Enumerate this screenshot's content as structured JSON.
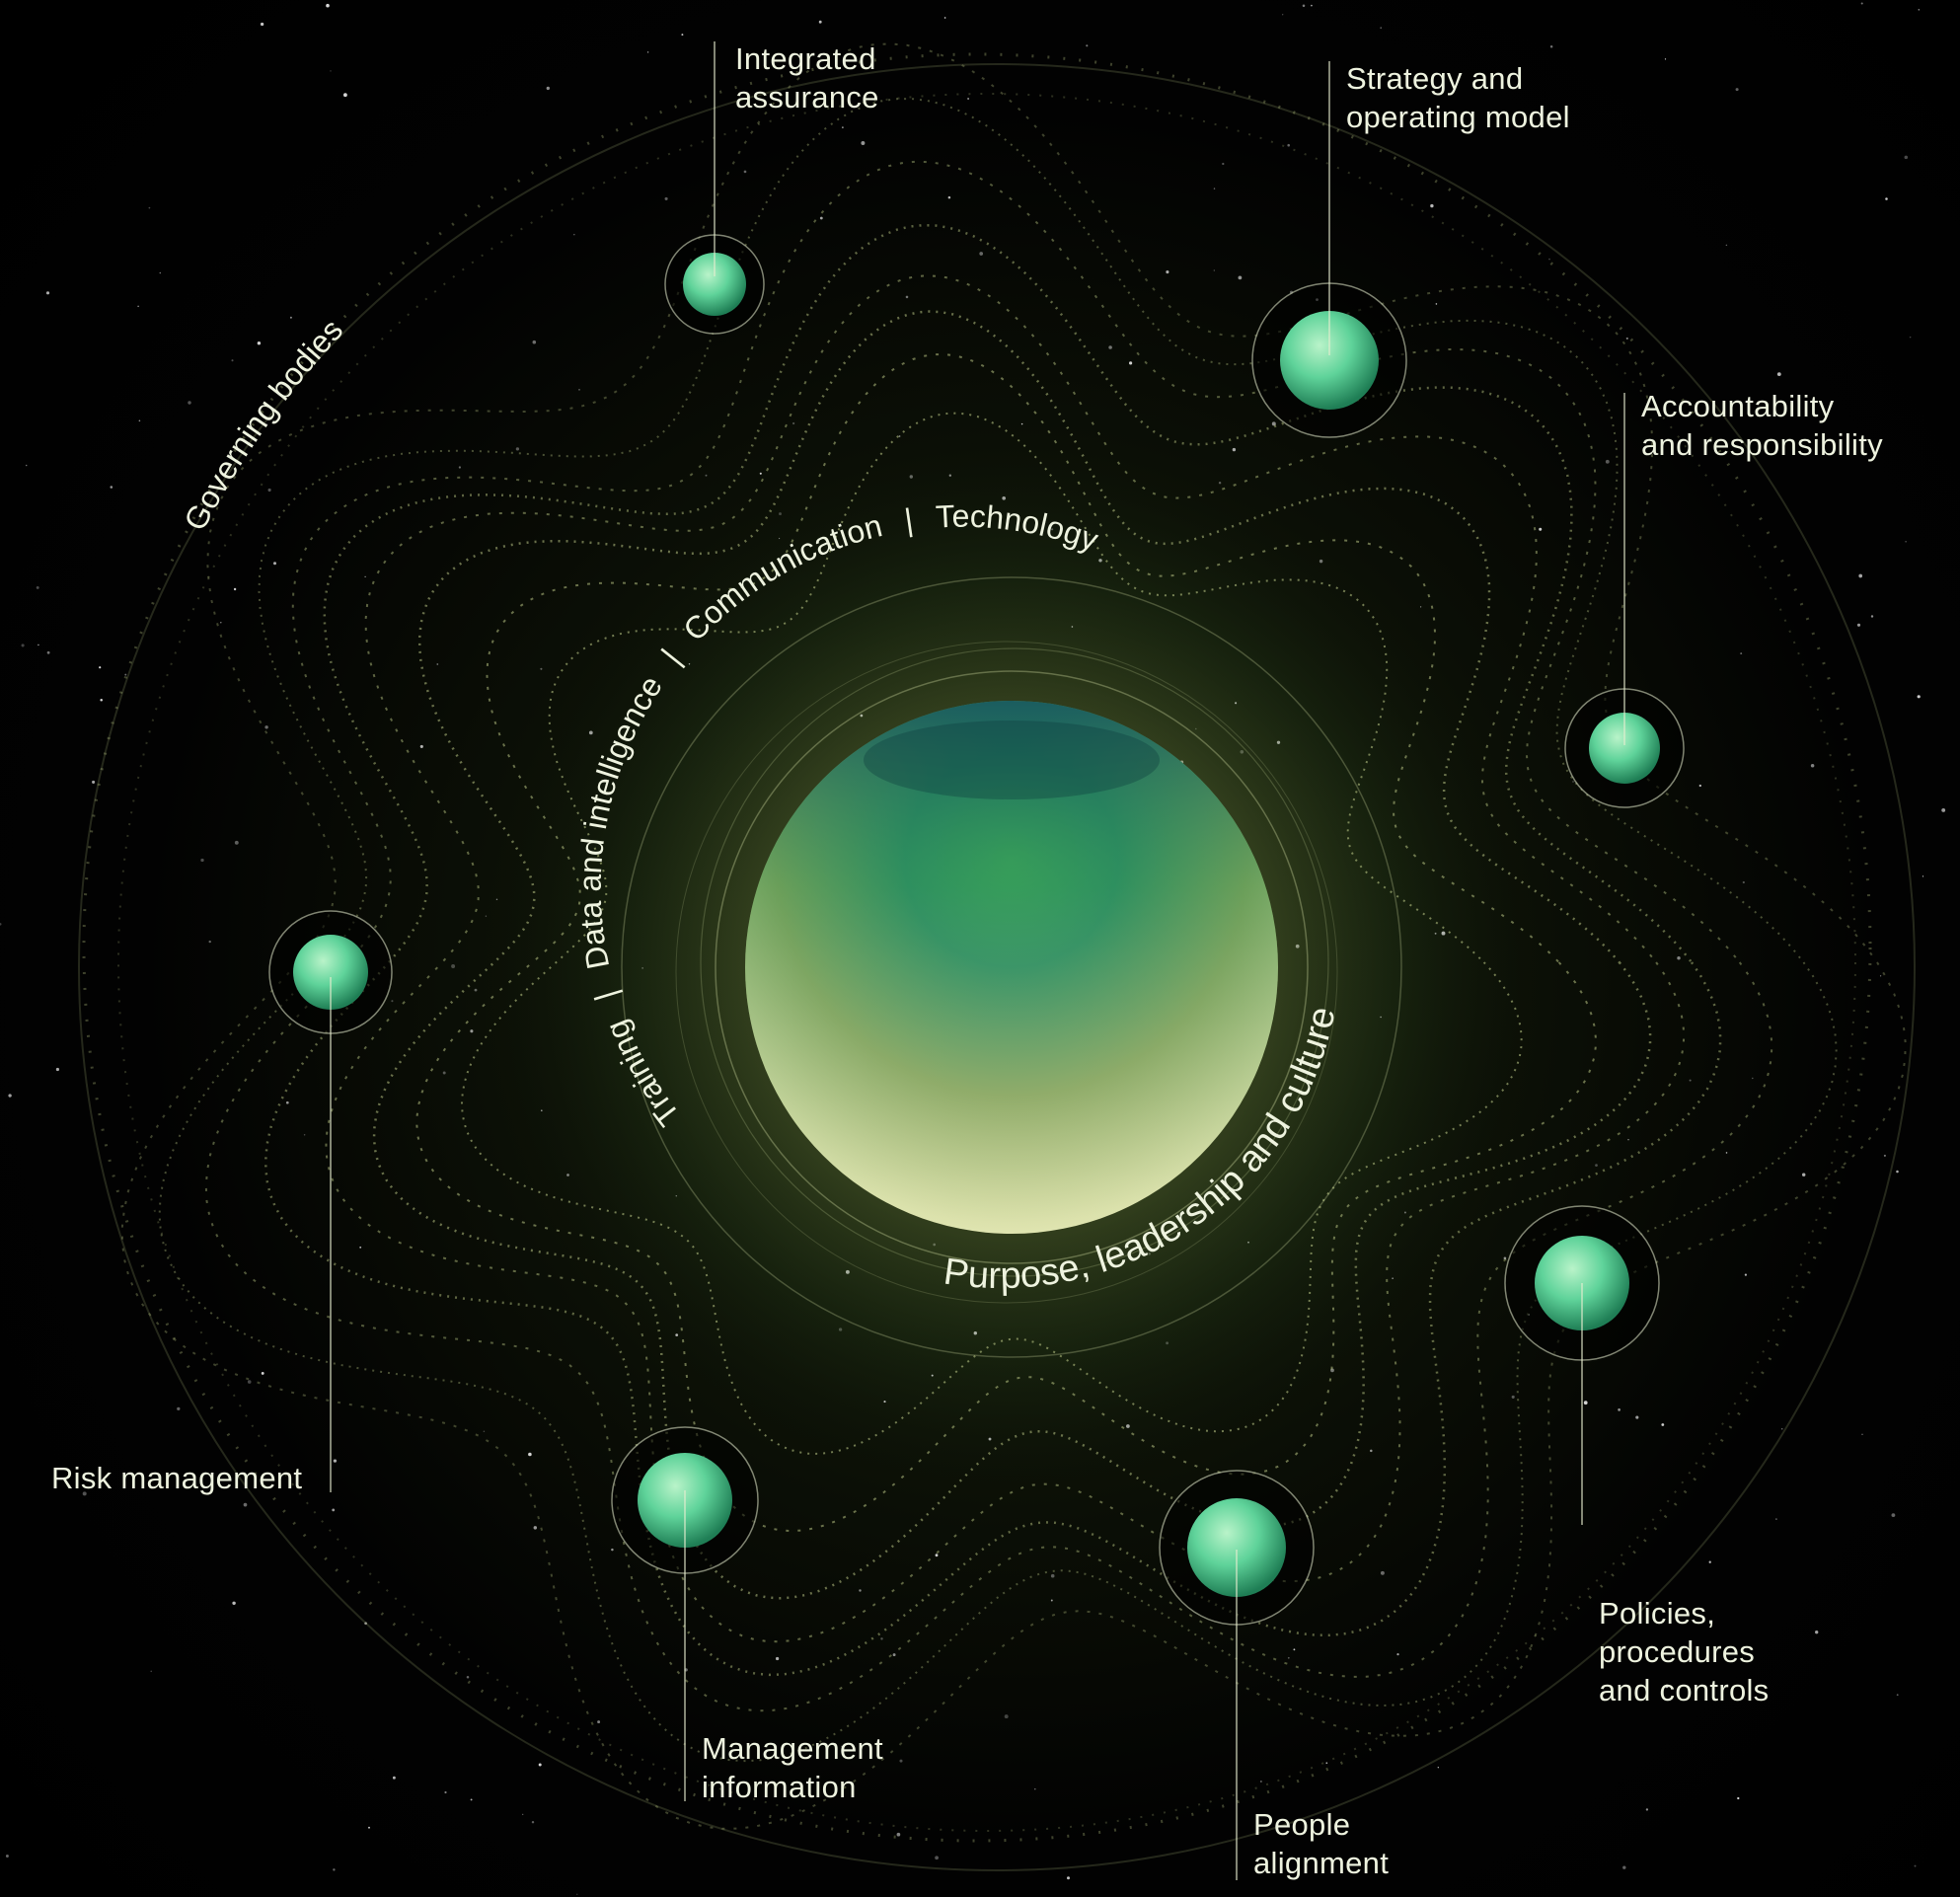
{
  "diagram": {
    "outer_label": "Governing bodies",
    "nodes": [
      {
        "key": "integrated",
        "line1": "Integrated",
        "line2": "assurance"
      },
      {
        "key": "strategy",
        "line1": "Strategy and",
        "line2": "operating model"
      },
      {
        "key": "accountability",
        "line1": "Accountability",
        "line2": "and responsibility"
      },
      {
        "key": "policies",
        "line1": "Policies,",
        "line2": "procedures",
        "line3": "and controls"
      },
      {
        "key": "people",
        "line1": "People",
        "line2": "alignment"
      },
      {
        "key": "management",
        "line1": "Management",
        "line2": "information"
      },
      {
        "key": "risk",
        "line1": "Risk management"
      }
    ],
    "inner_arc": {
      "training": "Training",
      "sep": "|",
      "data": "Data and intelligence",
      "communication": "Communication",
      "technology": "Technology"
    },
    "core_label": "Purpose, leadership and culture"
  },
  "colors": {
    "background": "#000000",
    "text": "#eef3df",
    "orbit_line": "#c9d68f",
    "node_fill": "#5fd39a",
    "core_top": "#1e6d6a",
    "core_mid": "#3ea35a",
    "core_bottom": "#e6ebb4"
  }
}
